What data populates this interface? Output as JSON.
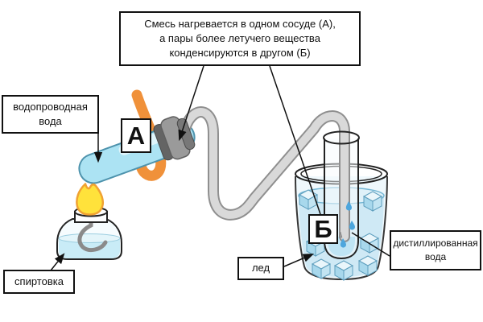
{
  "caption": {
    "line1": "Смесь нагревается в одном сосуде (А),",
    "line2": "а пары более летучего вещества",
    "line3": "конденсируются в другом (Б)"
  },
  "labels": {
    "tap_water_line1": "водопроводная",
    "tap_water_line2": "вода",
    "vessel_a": "А",
    "vessel_b": "Б",
    "spirit_lamp": "спиртовка",
    "ice": "лед",
    "distilled_line1": "дистиллированная",
    "distilled_line2": "вода"
  },
  "icons": {
    "flame": "flame-icon",
    "droplet": "droplet-icon"
  },
  "colors": {
    "mixture_liquid": "#ACE3F3",
    "clamp_orange": "#F0913A",
    "tube_gray": "#D9D9D9",
    "tube_outline": "#8F8F8F",
    "stopper_gray": "#8F8F8F",
    "flame_yellow": "#FFE23B",
    "flame_outline": "#F0A232",
    "beaker_water": "#CFE9F5",
    "ice_face": "#A8D8EC",
    "droplet_blue": "#4DA6DD",
    "line_black": "#111111"
  }
}
